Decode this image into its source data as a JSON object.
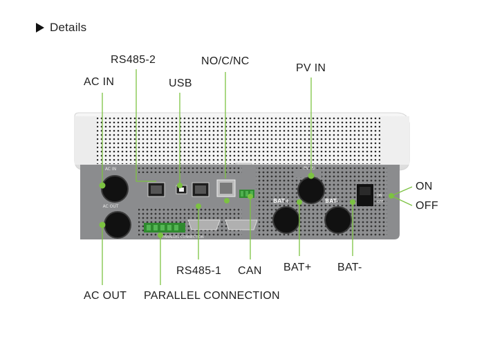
{
  "heading": {
    "icon": "triangle-right-icon",
    "label": "Details"
  },
  "callouts": {
    "ac_in": "AC IN",
    "rs485_2": "RS485-2",
    "usb": "USB",
    "no_c_nc": "NO/C/NC",
    "pv_in": "PV IN",
    "on": "ON",
    "off": "OFF",
    "rs485_1": "RS485-1",
    "can": "CAN",
    "bat_plus": "BAT+",
    "bat_minus": "BAT-",
    "ac_out": "AC OUT",
    "parallel_connection": "PARALLEL CONNECTION"
  },
  "panel_labels": {
    "ac_in": "AC IN",
    "ac_out": "AC OUT",
    "pv_in": "PV IN",
    "bat_plus": "BAT+",
    "bat_minus": "BAT-",
    "parallel": "PARALLEL CONNECTION",
    "switch_on": "ON",
    "switch_off": "OFF"
  },
  "colors": {
    "leader_line": "#7cc242",
    "panel_gray": "#8b8c8e",
    "housing": "#ececec"
  }
}
